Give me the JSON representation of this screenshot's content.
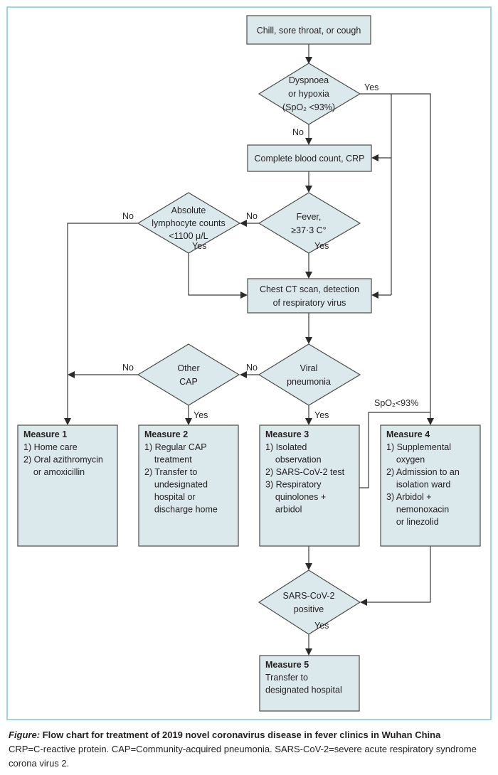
{
  "diagram": {
    "frame_color": "#7fc7d6",
    "node_fill": "#dce9ec",
    "start": "Chill, sore throat, or cough",
    "dyspnoea": [
      "Dyspnoea",
      "or hypoxia",
      "(SpO₂ <93%)"
    ],
    "cbc": "Complete blood count, CRP",
    "fever": [
      "Fever,",
      "≥37·3 C°"
    ],
    "lymph": [
      "Absolute",
      "lymphocyte counts",
      "<1100 μ/L"
    ],
    "ct": [
      "Chest CT scan, detection",
      "of respiratory virus"
    ],
    "viral": [
      "Viral",
      "pneumonia"
    ],
    "cap": [
      "Other",
      "CAP"
    ],
    "sars": [
      "SARS-CoV-2",
      "positive"
    ],
    "spo2_label": "SpO₂<93%",
    "yes": "Yes",
    "no": "No",
    "measures": [
      {
        "title": "Measure 1",
        "lines": [
          "1) Home care",
          "2) Oral azithromycin",
          "    or amoxicillin"
        ]
      },
      {
        "title": "Measure 2",
        "lines": [
          "1) Regular CAP",
          "    treatment",
          "2) Transfer to",
          "    undesignated",
          "    hospital or",
          "    discharge home"
        ]
      },
      {
        "title": "Measure 3",
        "lines": [
          "1) Isolated",
          "    observation",
          "2) SARS-CoV-2 test",
          "3) Respiratory",
          "    quinolones +",
          "    arbidol"
        ]
      },
      {
        "title": "Measure 4",
        "lines": [
          "1) Supplemental",
          "    oxygen",
          "2) Admission to an",
          "    isolation ward",
          "3) Arbidol +",
          "    nemonoxacin",
          "    or linezolid"
        ]
      },
      {
        "title": "Measure 5",
        "lines": [
          "Transfer to",
          "designated hospital"
        ]
      }
    ]
  },
  "caption": {
    "label": "Figure:",
    "title": " Flow chart for treatment of 2019 novel coronavirus disease in fever clinics in Wuhan China",
    "text": "CRP=C-reactive protein. CAP=Community-acquired pneumonia. SARS-CoV-2=severe acute respiratory syndrome corona virus 2."
  }
}
